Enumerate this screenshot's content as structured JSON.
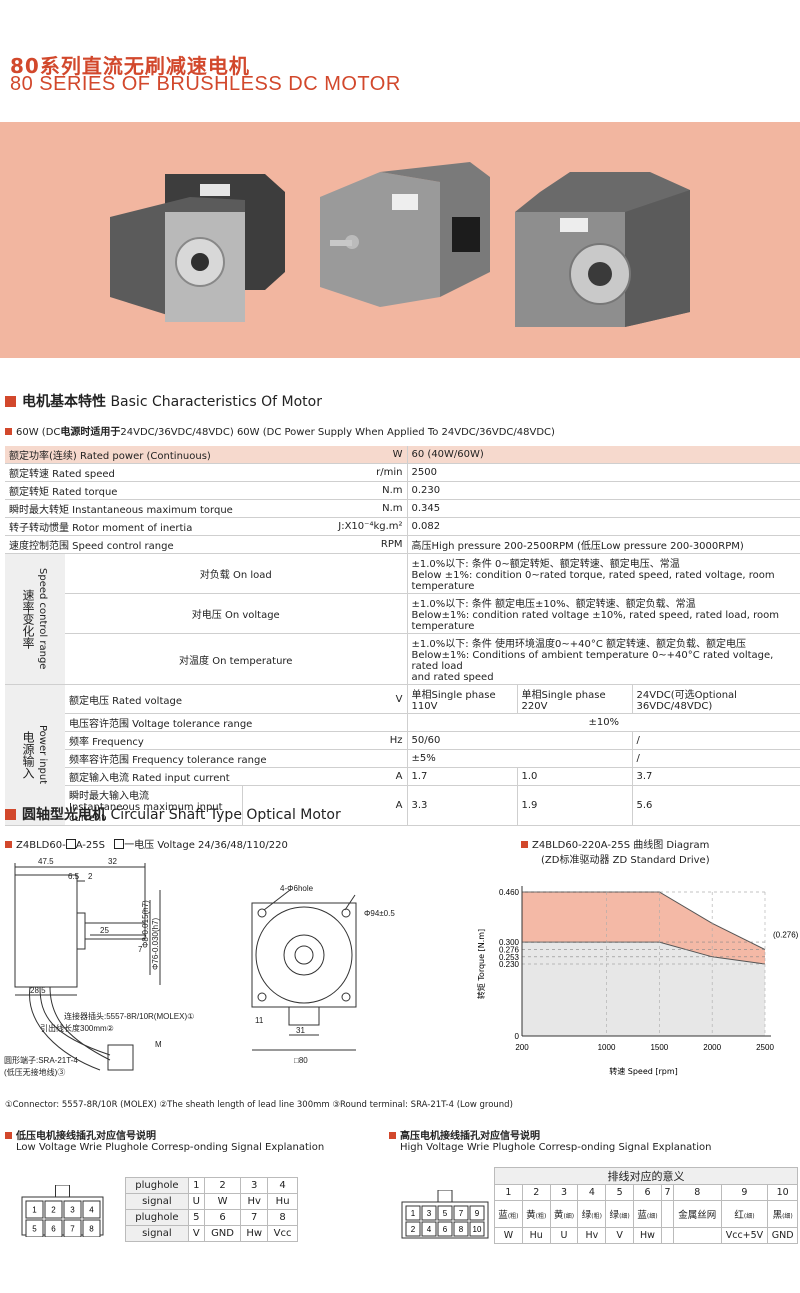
{
  "header": {
    "title_cn": "80系列直流无刷减速电机",
    "title_en": "80 SERIES OF BRUSHLESS DC MOTOR"
  },
  "section1": {
    "title_cn": "电机基本特性",
    "title_en": "Basic Characteristics Of Motor",
    "subtitle_prefix": "60W (DC",
    "subtitle_bold": "电源时适用于",
    "subtitle_rest": "24VDC/36VDC/48VDC)  60W (DC Power Supply When Applied To 24VDC/36VDC/48VDC)",
    "rows": [
      {
        "label": "额定功率(连续) Rated power (Continuous)",
        "unit": "W",
        "value": "60  (40W/60W)"
      },
      {
        "label": "额定转速 Rated speed",
        "unit": "r/min",
        "value": "2500"
      },
      {
        "label": "额定转矩 Rated torque",
        "unit": "N.m",
        "value": "0.230"
      },
      {
        "label": "瞬时最大转矩 Instantaneous maximum torque",
        "unit": "N.m",
        "value": "0.345"
      },
      {
        "label": "转子转动惯量 Rotor moment of inertia",
        "unit": "J:X10⁻⁴kg.m²",
        "value": "0.082"
      },
      {
        "label": "速度控制范围 Speed control range",
        "unit": "RPM",
        "value": "高压High pressure 200-2500RPM (低压Low pressure 200-3000RPM)"
      }
    ],
    "speed_group_cn": "速率变化率",
    "speed_group_en": "Speed control range",
    "speed_rows": [
      {
        "label": "对负载 On load",
        "v1": "±1.0%以下: 条件 0~额定转矩、额定转速、额定电压、常温",
        "v2": "Below ±1%: condition 0~rated torque, rated speed, rated voltage, room temperature"
      },
      {
        "label": "对电压 On voltage",
        "v1": "±1.0%以下: 条件 额定电压±10%、额定转速、额定负载、常温",
        "v2": "Below±1%: condition rated voltage ±10%, rated speed, rated load, room temperature"
      },
      {
        "label": "对温度 On temperature",
        "v1": "±1.0%以下:  条件  使用环境温度0~+40°C 额定转速、额定负载、额定电压",
        "v2": "Below±1%:  Conditions  of  ambient  temperature  0~+40°C  rated  voltage,  rated  load",
        "v3": "and rated speed"
      }
    ],
    "power_group_cn": "电源输入",
    "power_group_en": "Power input",
    "power_rows": {
      "rated_voltage": {
        "label": "额定电压 Rated voltage",
        "unit": "V",
        "a": "单相Single phase 110V",
        "b": "单相Single phase 220V",
        "c": "24VDC(可选Optional 36VDC/48VDC)"
      },
      "voltage_tol": {
        "label": "电压容许范围 Voltage tolerance range",
        "value": "±10%"
      },
      "frequency": {
        "label": "频率 Frequency",
        "unit": "Hz",
        "a": "50/60",
        "c": "/"
      },
      "freq_tol": {
        "label": "频率容许范围 Frequency tolerance range",
        "a": "±5%",
        "c": "/"
      },
      "rated_current": {
        "label": "额定输入电流 Rated input current",
        "unit": "A",
        "a": "1.7",
        "b": "1.0",
        "c": "3.7"
      },
      "max_current": {
        "label_cn": "瞬时最大输入电流",
        "label_en": "Instantaneous maximum input current",
        "unit": "A",
        "a": "3.3",
        "b": "1.9",
        "c": "5.6"
      }
    }
  },
  "section2": {
    "title_cn": "圆轴型光电机",
    "title_en": "Circular Shaft Type Optical Motor",
    "model_prefix": "Z4BLD60-",
    "model_mid": "A-25S",
    "model_note": "一电压 Voltage 24/36/48/110/220",
    "dims": {
      "d47_5": "47.5",
      "d32": "32",
      "d6_5": "6.5",
      "d2": "2",
      "d25": "25",
      "d7": "7",
      "d28_5": "28.5",
      "phi8": "Φ8-0.015(h7)",
      "phi76": "Φ76-0.030(h7)",
      "hole": "4-Φ6hole",
      "phi94": "Φ94±0.5",
      "d11": "11",
      "d31": "31",
      "sq80": "□80",
      "m": "M"
    },
    "callouts": {
      "connector": "连接器插头:5557-8R/10R(MOLEX)①",
      "lead": "引出线长度300mm②",
      "terminal": "圆形端子:SRA-21T-4",
      "terminal_note": "(低压无接地线)③"
    },
    "footnote": "①Connector: 5557-8R/10R (MOLEX)  ②The sheath length of lead line 300mm  ③Round terminal: SRA-21T-4 (Low ground)",
    "curve_title": "Z4BLD60-220A-25S 曲线图 Diagram",
    "curve_sub": "(ZD标准驱动器 ZD Standard Drive)"
  },
  "chart_data": {
    "type": "area",
    "title": "Z4BLD60-220A-25S 曲线图 Diagram",
    "xlabel": "转速 Speed [rpm]",
    "ylabel": "转矩 Torque [N.m]",
    "x_ticks": [
      "200",
      "1000",
      "1500",
      "2000",
      "2500"
    ],
    "y_ticks": [
      "0",
      "0.230",
      "0.253",
      "0.276",
      "0.300",
      "0.460"
    ],
    "xlim": [
      200,
      2500
    ],
    "ylim": [
      0,
      0.46
    ],
    "series": [
      {
        "x": [
          200,
          1500,
          2000,
          2500
        ],
        "y": [
          0.46,
          0.46,
          0.36,
          0.276
        ]
      },
      {
        "x": [
          200,
          1500,
          2000,
          2500
        ],
        "y": [
          0.3,
          0.3,
          0.253,
          0.23
        ]
      }
    ],
    "annotations": [
      "(0.276)"
    ],
    "colors": {
      "peak": "#f4b9a6",
      "rated": "#e7e7e7",
      "line": "#d2482c"
    }
  },
  "section3": {
    "low": {
      "title_cn": "低压电机接线插孔对应信号说明",
      "title_en": "Low Voltage  Wrie Plughole Corresp-onding Signal Explanation",
      "plughole_label": "plughole",
      "signal_label": "signal",
      "row1_holes": [
        "1",
        "2",
        "3",
        "4"
      ],
      "row1_signals": [
        "U",
        "W",
        "Hv",
        "Hu"
      ],
      "row2_holes": [
        "5",
        "6",
        "7",
        "8"
      ],
      "row2_signals": [
        "V",
        "GND",
        "Hw",
        "Vcc"
      ],
      "pins_top": [
        "1",
        "2",
        "3",
        "4"
      ],
      "pins_bottom": [
        "5",
        "6",
        "7",
        "8"
      ]
    },
    "high": {
      "title_cn": "高压电机接线插孔对应信号说明",
      "title_en": "High Voltage  Wrie Plughole Corresp-onding Signal Explanation",
      "header": "排线对应的意义",
      "holes": [
        "1",
        "2",
        "3",
        "4",
        "5",
        "6",
        "7",
        "8",
        "9",
        "10"
      ],
      "colors_cn": [
        "蓝",
        "黄",
        "黄",
        "绿",
        "绿",
        "蓝",
        "",
        "金属丝网",
        "红",
        "黑"
      ],
      "thick": [
        "(粗)",
        "(粗)",
        "(细)",
        "(粗)",
        "(细)",
        "(细)",
        "",
        "",
        "(细)",
        "(细)"
      ],
      "signals": [
        "W",
        "Hu",
        "U",
        "Hv",
        "V",
        "Hw",
        "",
        "",
        "Vcc+5V",
        "GND"
      ],
      "pins_top": [
        "1",
        "3",
        "5",
        "7",
        "9"
      ],
      "pins_bottom": [
        "2",
        "4",
        "6",
        "8",
        "10"
      ]
    }
  }
}
